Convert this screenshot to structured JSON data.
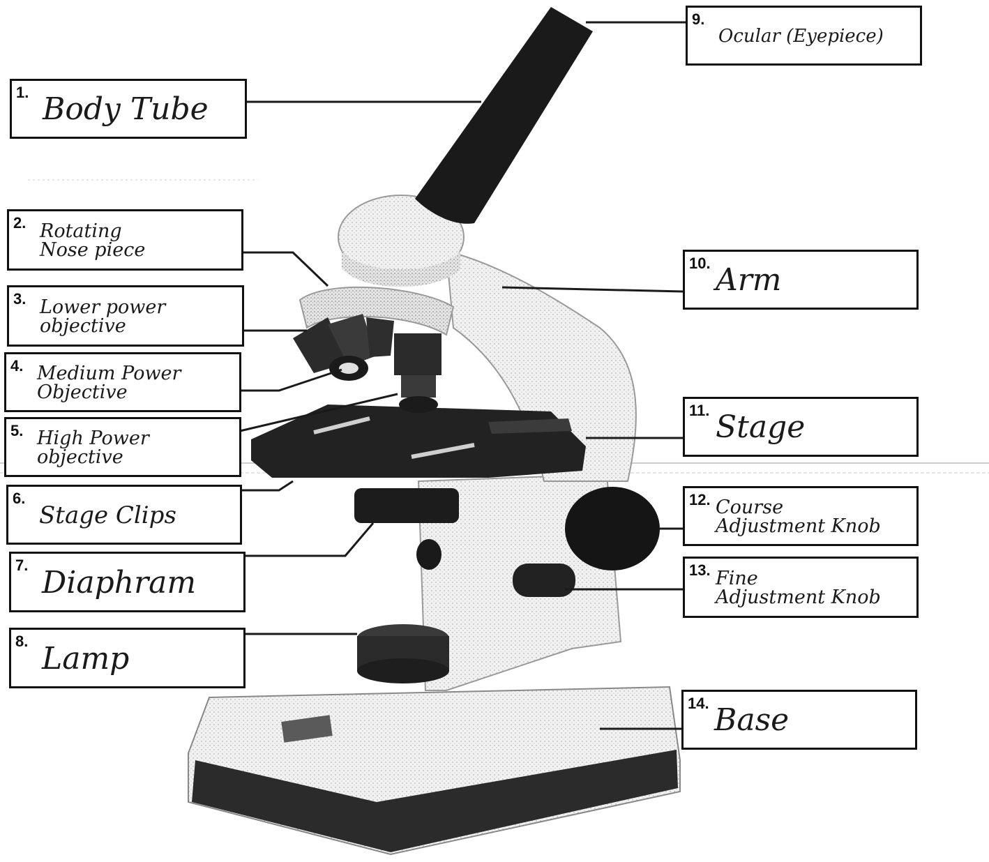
{
  "labels": [
    {
      "num": "1.",
      "text": "Body Tube"
    },
    {
      "num": "2.",
      "text": "Rotating\nNose piece"
    },
    {
      "num": "3.",
      "text": "Lower power\nobjective"
    },
    {
      "num": "4.",
      "text": "Medium Power\nObjective"
    },
    {
      "num": "5.",
      "text": "High Power\nobjective"
    },
    {
      "num": "6.",
      "text": "Stage Clips"
    },
    {
      "num": "7.",
      "text": "Diaphram"
    },
    {
      "num": "8.",
      "text": "Lamp"
    },
    {
      "num": "9.",
      "text": "Ocular (Eyepiece)"
    },
    {
      "num": "10.",
      "text": "Arm"
    },
    {
      "num": "11.",
      "text": "Stage"
    },
    {
      "num": "12.",
      "text": "Course\nAdjustment Knob"
    },
    {
      "num": "13.",
      "text": "Fine\nAdjustment Knob"
    },
    {
      "num": "14.",
      "text": "Base"
    }
  ]
}
